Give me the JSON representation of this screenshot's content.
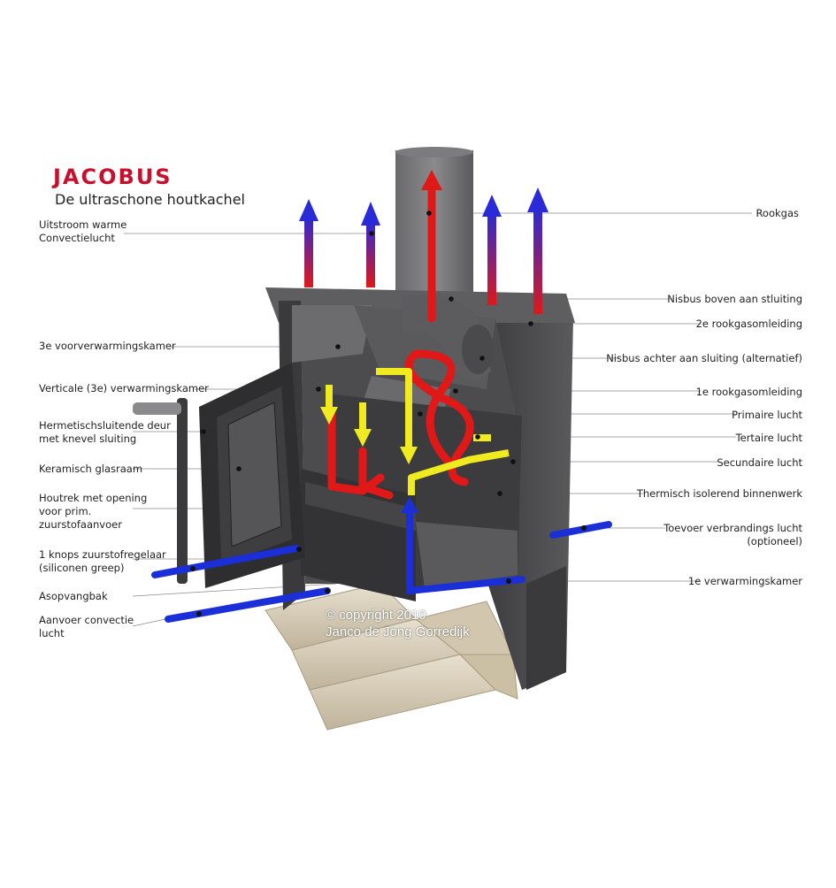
{
  "brand": {
    "logo_text": "JACOBUS",
    "subtitle": "De ultraschone houtkachel"
  },
  "copyright": {
    "line1": "© copyright 2010",
    "line2": "Janco de Jong Gorredijk"
  },
  "labels_left": [
    {
      "id": "uitstroom",
      "lines": [
        "Uitstroom warme",
        "Convectielucht"
      ]
    },
    {
      "id": "voorverwarmingskamer",
      "lines": [
        "3e voorverwarmingskamer"
      ]
    },
    {
      "id": "verticale",
      "lines": [
        "Verticale (3e) verwarmingskamer"
      ]
    },
    {
      "id": "deur",
      "lines": [
        "Hermetischsluitende deur",
        "met knevel sluiting"
      ]
    },
    {
      "id": "glasraam",
      "lines": [
        "Keramisch glasraam"
      ]
    },
    {
      "id": "houtrek",
      "lines": [
        "Houtrek met opening",
        "voor prim.",
        "zuurstofaanvoer"
      ]
    },
    {
      "id": "knops",
      "lines": [
        "1 knops zuurstofregelaar",
        "(siliconen greep)"
      ]
    },
    {
      "id": "asopvangbak",
      "lines": [
        "Asopvangbak"
      ]
    },
    {
      "id": "aanvoer",
      "lines": [
        "Aanvoer convectie",
        "lucht"
      ]
    }
  ],
  "labels_right": [
    {
      "id": "rookgas",
      "lines": [
        "Rookgas"
      ]
    },
    {
      "id": "nisbus-boven",
      "lines": [
        "Nisbus boven aan stluiting"
      ]
    },
    {
      "id": "omleiding2",
      "lines": [
        "2e rookgasomleiding"
      ]
    },
    {
      "id": "nisbus-achter",
      "lines": [
        "Nisbus achter aan sluiting (alternatief)"
      ]
    },
    {
      "id": "omleiding1",
      "lines": [
        "1e rookgasomleiding"
      ]
    },
    {
      "id": "primaire",
      "lines": [
        "Primaire lucht"
      ]
    },
    {
      "id": "tertaire",
      "lines": [
        "Tertaire lucht"
      ]
    },
    {
      "id": "secundaire",
      "lines": [
        "Secundaire lucht"
      ]
    },
    {
      "id": "binnenwerk",
      "lines": [
        "Thermisch isolerend binnenwerk"
      ]
    },
    {
      "id": "toevoer",
      "lines": [
        "Toevoer verbrandings lucht",
        "(optioneel)"
      ]
    },
    {
      "id": "verwarmingskamer1",
      "lines": [
        "1e verwarmingskamer"
      ]
    }
  ],
  "colors": {
    "stove": "#4a4a4c",
    "stove_dark": "#2e2e30",
    "hot_air": "#e01818",
    "cold_air": "#1a2fd8",
    "secondary_air": "#f0ea20",
    "wood": "#d8cdb8",
    "leader": "#888888"
  }
}
